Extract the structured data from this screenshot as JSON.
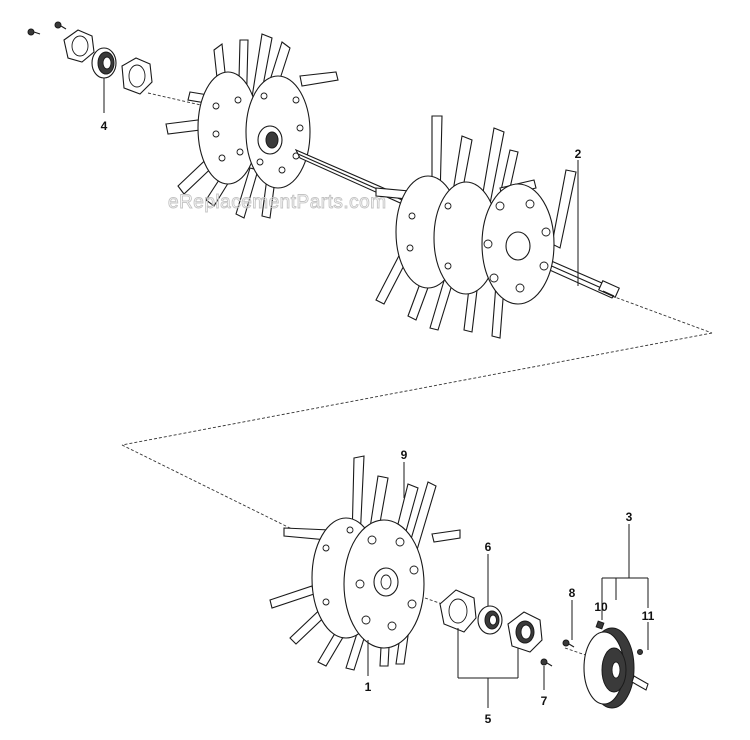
{
  "watermark": "eReplacementParts.com",
  "callouts": {
    "c1": "1",
    "c2": "2",
    "c3": "3",
    "c4": "4",
    "c5": "5",
    "c6": "6",
    "c7": "7",
    "c8": "8",
    "c9": "9",
    "c10": "10",
    "c11": "11"
  }
}
